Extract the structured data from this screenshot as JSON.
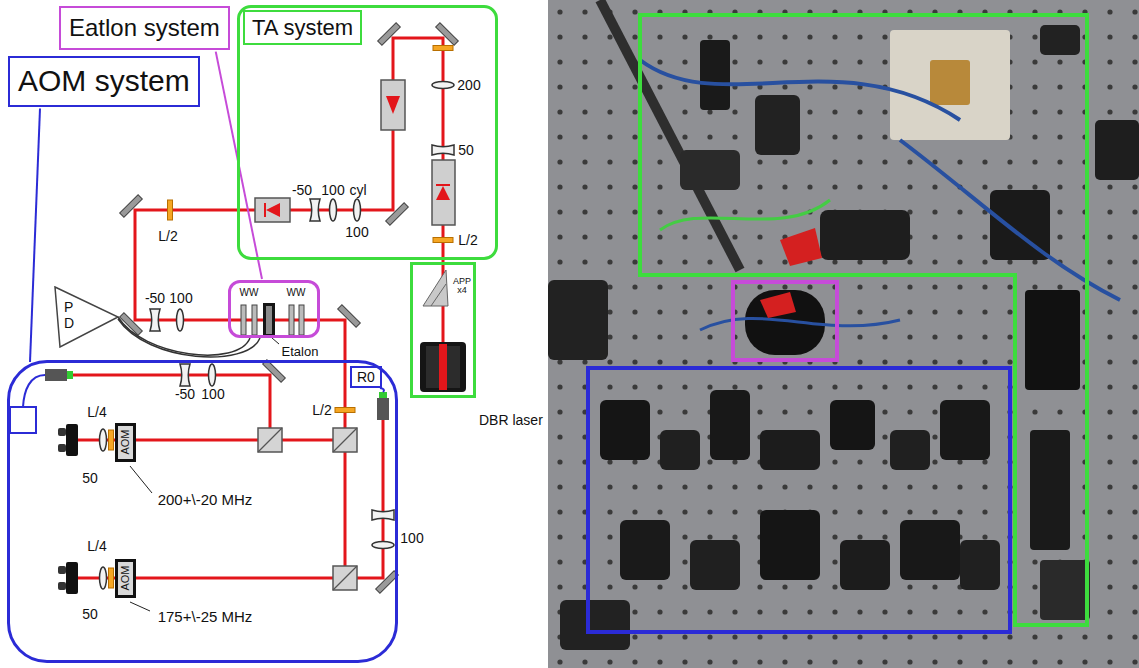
{
  "diagram": {
    "nodes": [
      {
        "text": [
          "TA system"
        ]
      },
      {
        "text": [
          "DBR laser"
        ]
      },
      {
        "text": [
          "Eatlon system",
          "WW",
          "WW"
        ]
      },
      {
        "text": [
          "P D"
        ]
      },
      {
        "text": [
          "AOM system"
        ]
      },
      {
        "text": [
          "R0"
        ],
        "in": 4
      },
      {
        "text": [
          "AOM"
        ],
        "in": 4
      },
      {
        "text": [
          "AOM"
        ],
        "in": 4
      }
    ],
    "edges": [
      {
        "from": 3,
        "to": 2,
        "arrow": "none"
      },
      {
        "from": 3,
        "to": 2,
        "arrow": "none"
      }
    ],
    "labels": [
      "L/2",
      "-50",
      "100",
      "cyl",
      "100",
      "200",
      "50",
      "L/2",
      "APP x4",
      "-50",
      "100",
      "Etalon",
      "-50",
      "100",
      "L/4",
      "50",
      "200+\\-20 MHz",
      "L/2",
      "100",
      "L/4",
      "50",
      "175+\\-25 MHz"
    ]
  }
}
